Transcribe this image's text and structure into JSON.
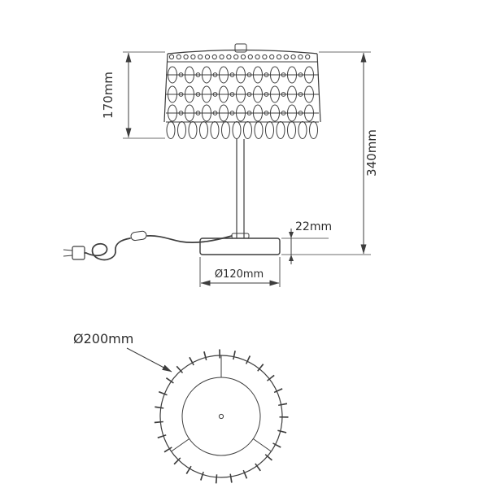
{
  "drawing": {
    "side_view": {
      "shade_height_label": "170mm",
      "total_height_label": "340mm",
      "base_height_label": "22mm",
      "base_diameter_label": "Ø120mm"
    },
    "top_view": {
      "shade_diameter_label": "Ø200mm"
    },
    "colors": {
      "line": "#3d3d3d",
      "text": "#2d2d2d",
      "background": "#ffffff"
    }
  }
}
